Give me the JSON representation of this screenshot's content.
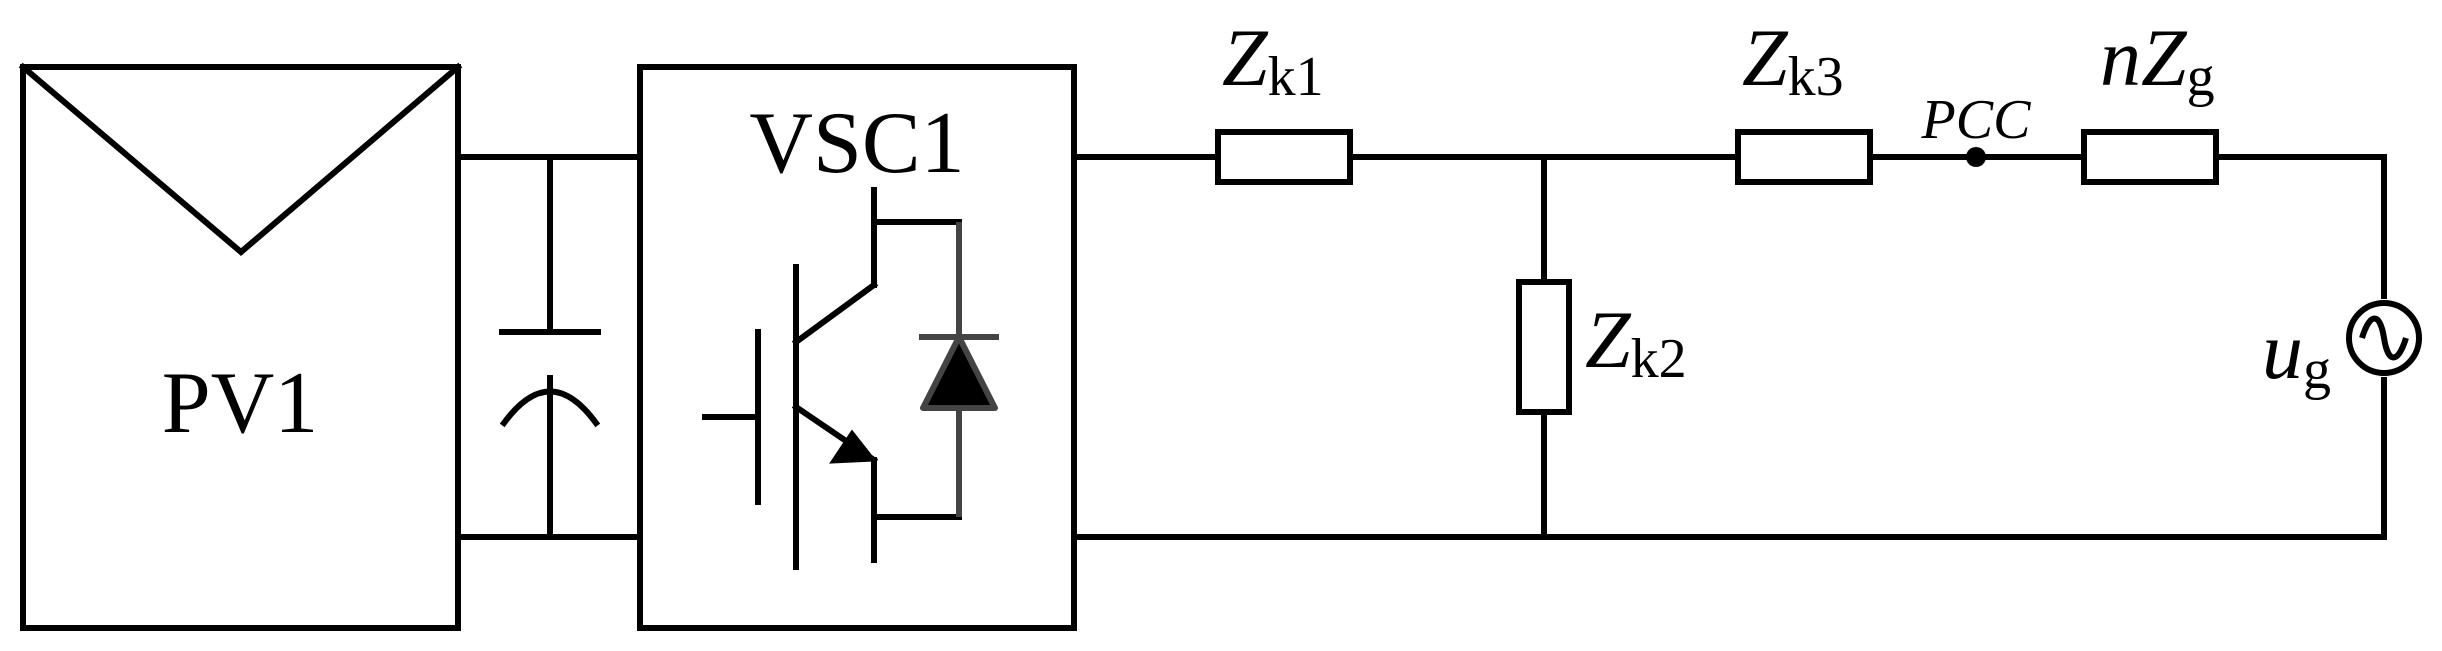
{
  "pv": {
    "label": "PV1"
  },
  "vsc": {
    "label": "VSC1"
  },
  "impedances": {
    "zk1": {
      "main": "Z",
      "sub": "k1"
    },
    "zk2": {
      "main": "Z",
      "sub": "k2"
    },
    "zk3": {
      "main": "Z",
      "sub": "k3"
    },
    "nzg": {
      "prefix": "n",
      "main": "Z",
      "sub": "g"
    }
  },
  "pcc": {
    "label": "PCC"
  },
  "source": {
    "main": "u",
    "sub": "g"
  }
}
